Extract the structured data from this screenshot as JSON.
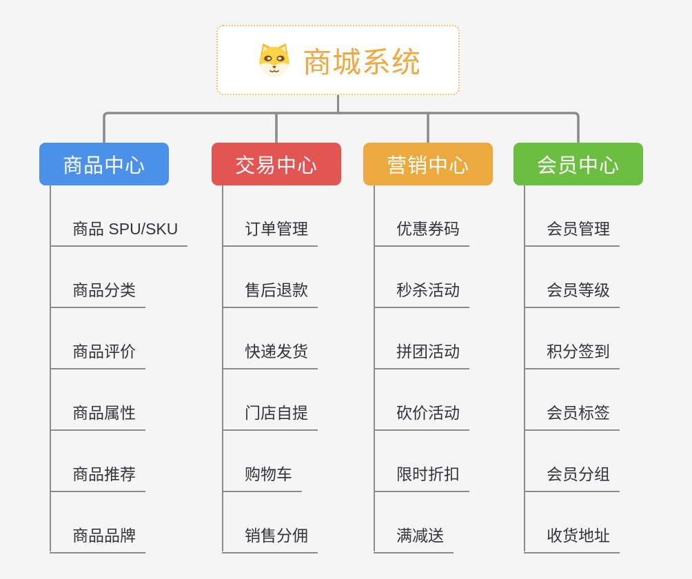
{
  "root": {
    "title": "商城系统",
    "icon": "shiba-dog-icon",
    "text_color": "#f0a843",
    "border_color": "#f2c168"
  },
  "colors": {
    "background": "#f5f5f6",
    "connector": "#8a8a8d"
  },
  "branches": [
    {
      "label": "商品中心",
      "color": "#4b91ea",
      "items": [
        "商品 SPU/SKU",
        "商品分类",
        "商品评价",
        "商品属性",
        "商品推荐",
        "商品品牌"
      ]
    },
    {
      "label": "交易中心",
      "color": "#e25553",
      "items": [
        "订单管理",
        "售后退款",
        "快递发货",
        "门店自提",
        "购物车",
        "销售分佣"
      ]
    },
    {
      "label": "营销中心",
      "color": "#eca93d",
      "items": [
        "优惠券码",
        "秒杀活动",
        "拼团活动",
        "砍价活动",
        "限时折扣",
        "满减送"
      ]
    },
    {
      "label": "会员中心",
      "color": "#6cbe43",
      "items": [
        "会员管理",
        "会员等级",
        "积分签到",
        "会员标签",
        "会员分组",
        "收货地址"
      ]
    }
  ]
}
